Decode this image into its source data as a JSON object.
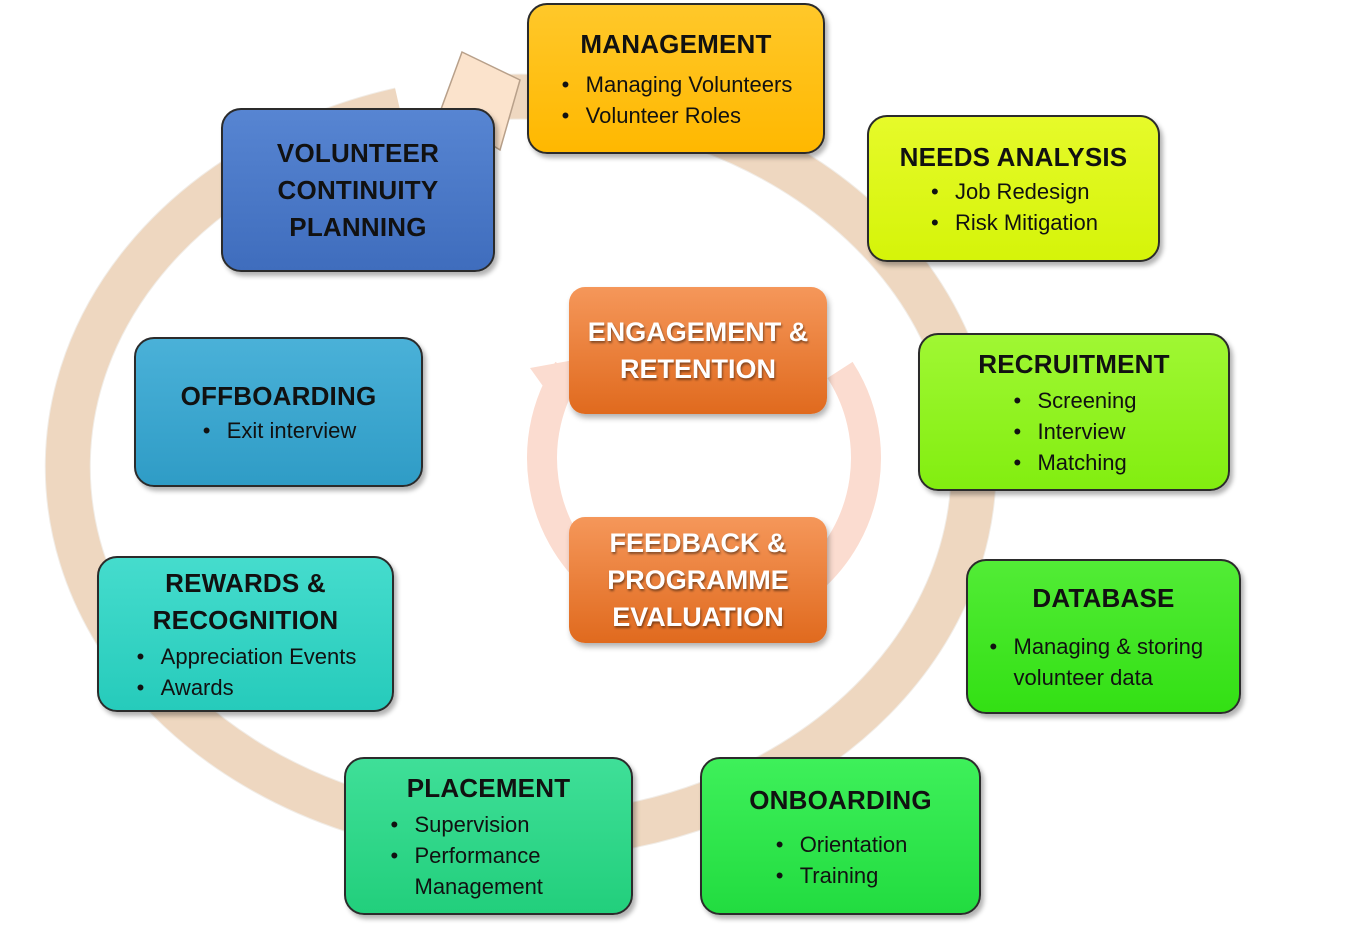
{
  "stages": {
    "management": {
      "title": "MANAGEMENT",
      "items": [
        "Managing Volunteers",
        "Volunteer Roles"
      ],
      "color": "#ffc000"
    },
    "needs_analysis": {
      "title": "NEEDS ANALYSIS",
      "items": [
        "Job Redesign",
        "Risk Mitigation"
      ],
      "color": "#ddf70f"
    },
    "recruitment": {
      "title": "RECRUITMENT",
      "items": [
        "Screening",
        "Interview",
        "Matching"
      ],
      "color": "#8ef51b"
    },
    "database": {
      "title": "DATABASE",
      "items": [
        "Managing & storing volunteer data"
      ],
      "color": "#3fe622"
    },
    "onboarding": {
      "title": "ONBOARDING",
      "items": [
        "Orientation",
        "Training"
      ],
      "color": "#2ee64a"
    },
    "placement": {
      "title": "PLACEMENT",
      "items": [
        "Supervision",
        "Performance Management"
      ],
      "color": "#2ed68a"
    },
    "rewards": {
      "title": "REWARDS & RECOGNITION",
      "items": [
        "Appreciation Events",
        "Awards"
      ],
      "color": "#33d3c4"
    },
    "offboarding": {
      "title": "OFFBOARDING",
      "items": [
        "Exit interview"
      ],
      "color": "#38a6cf"
    },
    "continuity": {
      "title": "VOLUNTEER CONTINUITY PLANNING",
      "items": [],
      "color": "#4a78c8"
    }
  },
  "center": {
    "engagement": "ENGAGEMENT & RETENTION",
    "feedback": "FEEDBACK & PROGRAMME EVALUATION",
    "color": "#ee7a2f"
  },
  "arrow_color": "#fbe3cc"
}
